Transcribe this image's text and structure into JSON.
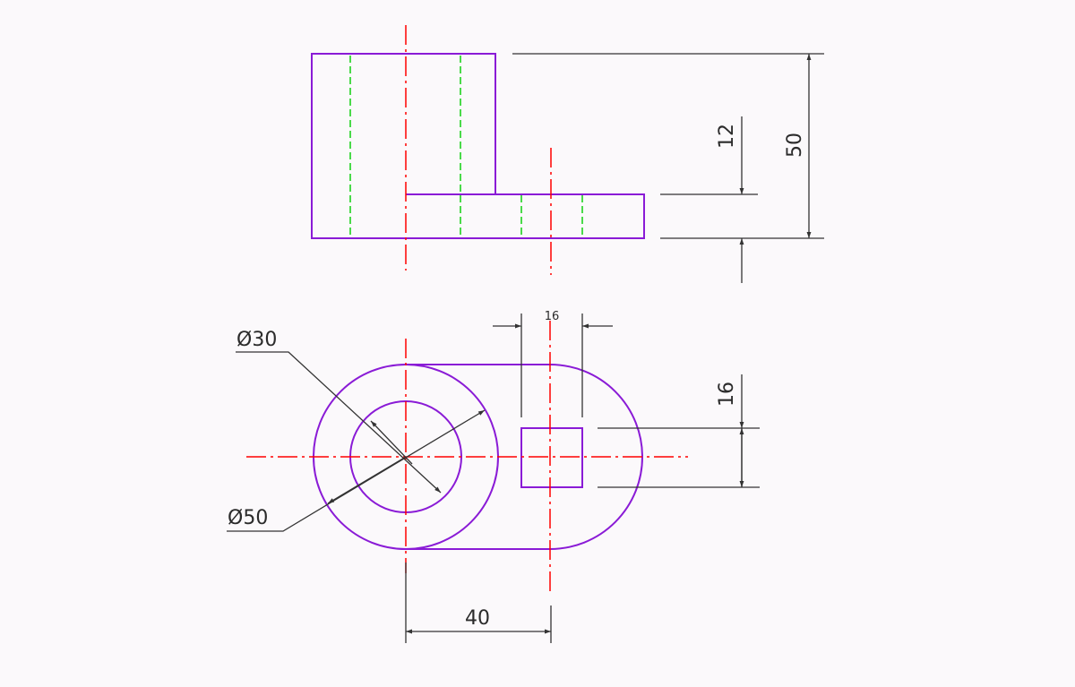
{
  "colors": {
    "background": "#fbf9fb",
    "outline": "#8a1bd6",
    "hidden_line": "#1fd21f",
    "center_line": "#ff0000",
    "dimension": "#2b2b2b"
  },
  "dimensions": {
    "overall_height": "50",
    "base_thickness": "12",
    "slot_width": "16",
    "slot_height": "16",
    "center_distance": "40",
    "inner_diameter": "Ø30",
    "outer_diameter": "Ø50"
  }
}
